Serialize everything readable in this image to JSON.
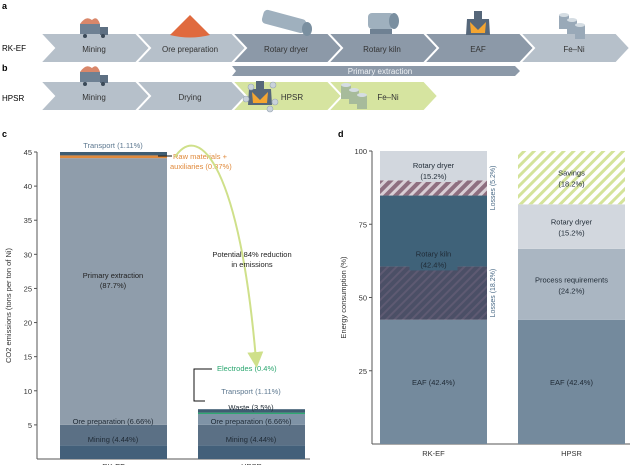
{
  "panels": {
    "a": {
      "letter": "a",
      "row_label": "RK-EF",
      "steps": [
        {
          "label": "Mining",
          "icon": "truck-icon",
          "shade": "light"
        },
        {
          "label": "Ore preparation",
          "icon": "ore-pile-icon",
          "shade": "light"
        },
        {
          "label": "Rotary dryer",
          "icon": "rotary-dryer-icon",
          "shade": "dark"
        },
        {
          "label": "Rotary kiln",
          "icon": "rotary-kiln-icon",
          "shade": "dark"
        },
        {
          "label": "EAF",
          "icon": "furnace-icon",
          "shade": "dark"
        },
        {
          "label": "Fe–Ni",
          "icon": "fe-ni-cylinders-icon",
          "shade": "light"
        }
      ],
      "bracket_label": "Primary extraction"
    },
    "b": {
      "letter": "b",
      "row_label": "HPSR",
      "steps": [
        {
          "label": "Mining",
          "icon": "truck-icon",
          "shade": "light"
        },
        {
          "label": "Drying",
          "icon": "",
          "shade": "light"
        },
        {
          "label": "HPSR",
          "icon": "hydrogen-plasma-reactor-icon",
          "shade": "green"
        },
        {
          "label": "Fe–Ni",
          "icon": "fe-ni-cylinders-icon",
          "shade": "green"
        }
      ]
    }
  },
  "colors": {
    "chevron_light": "#b6c0ca",
    "chevron_dark": "#8c99a8",
    "chevron_green": "#d6e4a0",
    "primary_bar": "#7f8d9c",
    "primary_extraction": "#8f9dab",
    "ore_prep": "#5b7085",
    "mining": "#43607a",
    "transport": "#3f5d72",
    "raw_materials": "#e08a3c",
    "electrodes": "#2aa66f",
    "waste": "#7f93a6",
    "rotary_dryer": "#d2d7de",
    "rotary_kiln": "#3f6279",
    "eaf": "#748a9d",
    "process_req": "#aab6c2",
    "losses_dryer": "#8e6f80",
    "losses_kiln": "#4b4f66",
    "savings": "#d4e39a",
    "arrow": "#cfe08a"
  },
  "chart_data": [
    {
      "panel": "c",
      "type": "bar",
      "stacked": true,
      "title": "",
      "xlabel": "",
      "ylabel": "CO2 emissions (tons per ton of Ni)",
      "ylim": [
        0,
        45
      ],
      "yticks": [
        5,
        10,
        15,
        20,
        25,
        30,
        35,
        40,
        45
      ],
      "categories": [
        "RK-EF",
        "HPSR"
      ],
      "series": [
        {
          "name": "Mining (4.44%)",
          "color_key": "mining",
          "values": [
            2.0,
            2.0
          ]
        },
        {
          "name": "Ore preparation (6.66%)",
          "color_key": "ore_prep",
          "values": [
            3.0,
            3.0
          ]
        },
        {
          "name": "Primary extraction (87.7%)",
          "color_key": "primary_extraction",
          "values": [
            39.1,
            0
          ]
        },
        {
          "name": "Waste (3.5%)",
          "color_key": "waste",
          "values": [
            0,
            1.6
          ]
        },
        {
          "name": "Raw materials + auxiliaries (0.87%)",
          "color_key": "raw_materials",
          "values": [
            0.4,
            0
          ]
        },
        {
          "name": "Electrodes (0.4%)",
          "color_key": "electrodes",
          "values": [
            0,
            0.2
          ]
        },
        {
          "name": "Transport (1.11%)",
          "color_key": "transport",
          "values": [
            0.5,
            0.5
          ]
        }
      ],
      "annotations": {
        "reduction": "Potential 84% reduction in emissions",
        "rk_transport": "Transport (1.11%)",
        "rk_raw_line1": "Raw materials +",
        "rk_raw_line2": "auxiliaries (0.87%)",
        "rk_primary_line1": "Primary extraction",
        "rk_primary_line2": "(87.7%)",
        "rk_ore": "Ore preparation (6.66%)",
        "rk_mining": "Mining (4.44%)",
        "hp_electrodes": "Electrodes (0.4%)",
        "hp_transport": "Transport (1.11%)",
        "hp_waste": "Waste (3.5%)",
        "hp_ore": "Ore preparation (6.66%)",
        "hp_mining": "Mining (4.44%)"
      }
    },
    {
      "panel": "d",
      "type": "bar",
      "stacked": true,
      "title": "",
      "xlabel": "",
      "ylabel": "Energy consumption (%)",
      "ylim": [
        0,
        100
      ],
      "yticks": [
        25,
        50,
        75,
        100
      ],
      "categories": [
        "RK-EF",
        "HPSR"
      ],
      "segments": {
        "RK-EF": [
          {
            "name": "EAF",
            "label": "EAF (42.4%)",
            "value": 42.4,
            "color_key": "eaf",
            "hatched": false
          },
          {
            "name": "Losses",
            "label": "Losses (18.2%)",
            "value": 18.2,
            "color_key": "losses_kiln",
            "hatched": true
          },
          {
            "name": "Rotary kiln",
            "label_line1": "Rotary kiln",
            "label_line2": "(42.4%)",
            "value": 24.2,
            "color_key": "rotary_kiln",
            "hatched": false
          },
          {
            "name": "Losses",
            "label": "Losses (5.2%)",
            "value": 5.2,
            "color_key": "losses_dryer",
            "hatched": true
          },
          {
            "name": "Rotary dryer",
            "label_line1": "Rotary dryer",
            "label_line2": "(15.2%)",
            "value": 10.0,
            "color_key": "rotary_dryer",
            "hatched": false
          }
        ],
        "HPSR": [
          {
            "name": "EAF",
            "label": "EAF (42.4%)",
            "value": 42.4,
            "color_key": "eaf",
            "hatched": false
          },
          {
            "name": "Process requirements",
            "label_line1": "Process requirements",
            "label_line2": "(24.2%)",
            "value": 24.2,
            "color_key": "process_req",
            "hatched": false
          },
          {
            "name": "Rotary dryer",
            "label_line1": "Rotary dryer",
            "label_line2": "(15.2%)",
            "value": 15.2,
            "color_key": "rotary_dryer",
            "hatched": false
          },
          {
            "name": "Savings",
            "label_line1": "Savings",
            "label_line2": "(18.2%)",
            "value": 18.2,
            "color_key": "savings",
            "hatched": true
          }
        ]
      }
    }
  ],
  "panel_letters": {
    "c": "c",
    "d": "d"
  }
}
